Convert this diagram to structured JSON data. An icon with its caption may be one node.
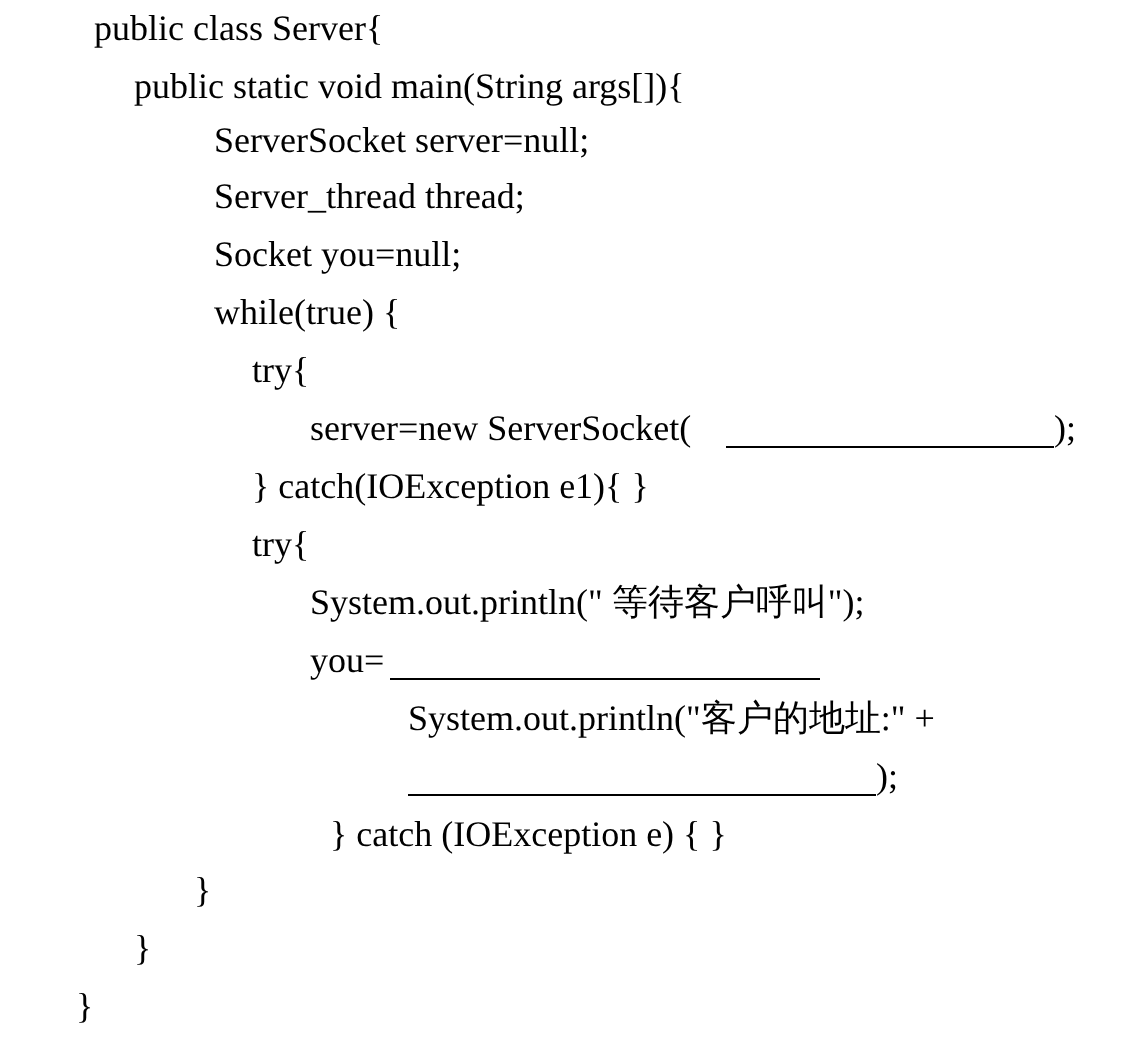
{
  "diagram": {
    "labels": [
      "public class Server{",
      "public static void main(String args[]){",
      "ServerSocket server=null;",
      "Server_thread thread;",
      "Socket you=null;",
      "while(true) {",
      "try{",
      "server=new ServerSocket(",
      ");",
      "} catch(IOException e1){ }",
      "try{",
      "System.out.println(\" 等待客户呼叫\");",
      "you=",
      "System.out.println(\"客户的地址:\" +",
      ");",
      "} catch (IOException e) { }",
      "}",
      "}",
      "}"
    ]
  }
}
